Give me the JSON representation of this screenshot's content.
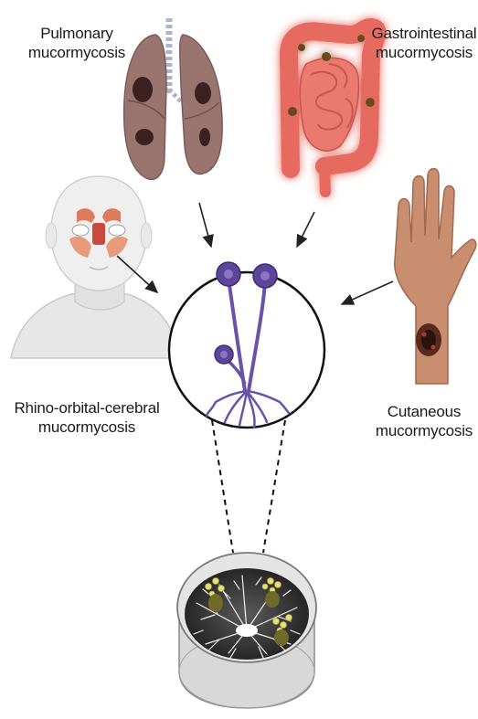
{
  "labels": {
    "pulmonary": {
      "line1": "Pulmonary",
      "line2": "mucormycosis"
    },
    "gastrointestinal": {
      "line1": "Gastrointestinal",
      "line2": "mucormycosis"
    },
    "rhino": {
      "line1": "Rhino-orbital-cerebral",
      "line2": "mucormycosis"
    },
    "cutaneous": {
      "line1": "Cutaneous",
      "line2": "mucormycosis"
    }
  },
  "icons": [
    "lungs-icon",
    "intestine-icon",
    "head-sinus-icon",
    "hand-lesion-icon",
    "fungus-sporangia-icon",
    "petri-dish-icon"
  ],
  "colors": {
    "lung": "#9a7570",
    "intestine": "#e86a62",
    "skin": "#c4866a",
    "fungus": "#6a52a8",
    "arrow": "#222222",
    "dish_medium": "#3a3a3a",
    "mycelium": "#f1f1f1"
  }
}
